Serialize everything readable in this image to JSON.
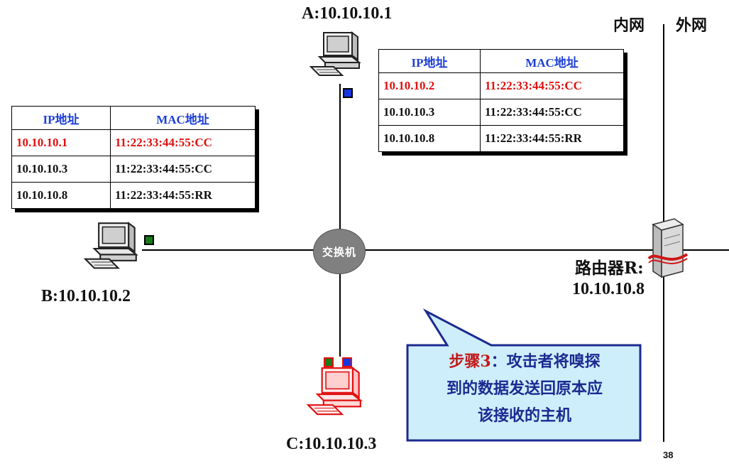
{
  "hosts": {
    "a": {
      "label": "A:10.10.10.1"
    },
    "b": {
      "label": "B:10.10.10.2"
    },
    "c": {
      "label": "C:10.10.10.3"
    }
  },
  "zones": {
    "inner": "内网",
    "outer": "外网"
  },
  "switch": {
    "label": "交换机"
  },
  "router": {
    "name_line1": "路由器R:",
    "name_line2": "10.10.10.8"
  },
  "table_a": {
    "headers": [
      "IP地址",
      "MAC地址"
    ],
    "rows": [
      {
        "ip": "10.10.10.2",
        "mac": "11:22:33:44:55:CC",
        "highlight": true
      },
      {
        "ip": "10.10.10.3",
        "mac": "11:22:33:44:55:CC",
        "highlight": false
      },
      {
        "ip": "10.10.10.8",
        "mac": "11:22:33:44:55:RR",
        "highlight": false
      }
    ]
  },
  "table_b": {
    "headers": [
      "IP地址",
      "MAC地址"
    ],
    "rows": [
      {
        "ip": "10.10.10.1",
        "mac": "11:22:33:44:55:CC",
        "highlight": true
      },
      {
        "ip": "10.10.10.3",
        "mac": "11:22:33:44:55:CC",
        "highlight": false
      },
      {
        "ip": "10.10.10.8",
        "mac": "11:22:33:44:55:RR",
        "highlight": false
      }
    ]
  },
  "callout": {
    "step": "步骤3",
    "line1_rest": "：攻击者将嗅探",
    "line2": "到的数据发送回原本应",
    "line3": "该接收的主机"
  },
  "page_number": "38",
  "colors": {
    "highlight": "#e01010",
    "header": "#1c3fd6",
    "packet_green": "#1a7a1a",
    "packet_blue": "#1436e0",
    "callout_fill": "#cfeefc",
    "attacker": "#e01010"
  }
}
